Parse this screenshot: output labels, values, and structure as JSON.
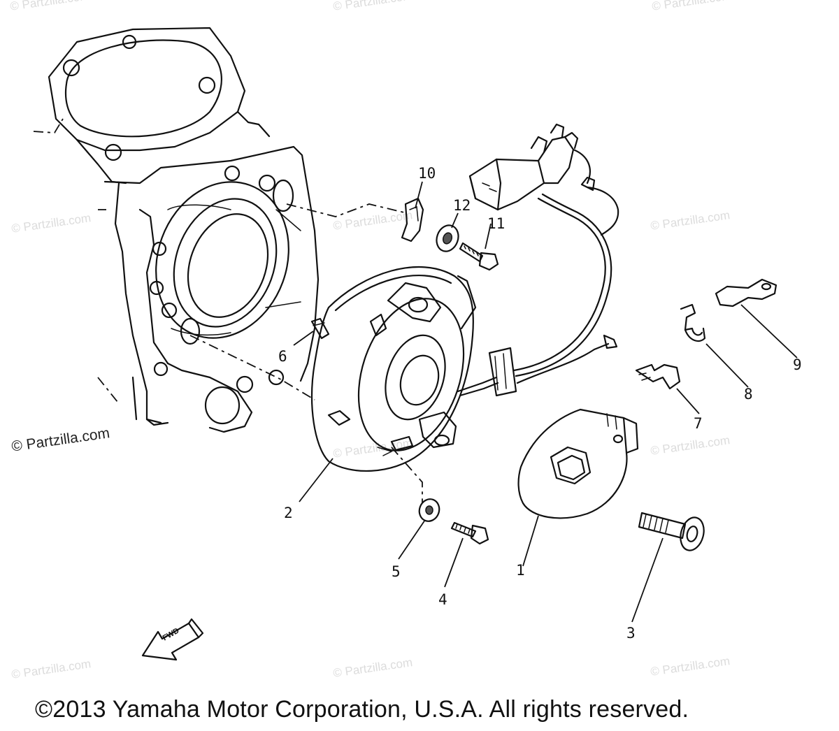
{
  "watermark": "© Partzilla.com",
  "watermark_prominent": "© Partzilla.com",
  "fwd_arrow": "FWD",
  "copyright": "©2013 Yamaha Motor Corporation, U.S.A. All rights reserved.",
  "callouts": {
    "c1": "1",
    "c2": "2",
    "c3": "3",
    "c4": "4",
    "c5": "5",
    "c6": "6",
    "c7": "7",
    "c8": "8",
    "c9": "9",
    "c10": "10",
    "c11": "11",
    "c12": "12"
  },
  "colors": {
    "ink": "#111111",
    "watermark": "#dcdcdc",
    "background": "#ffffff"
  }
}
